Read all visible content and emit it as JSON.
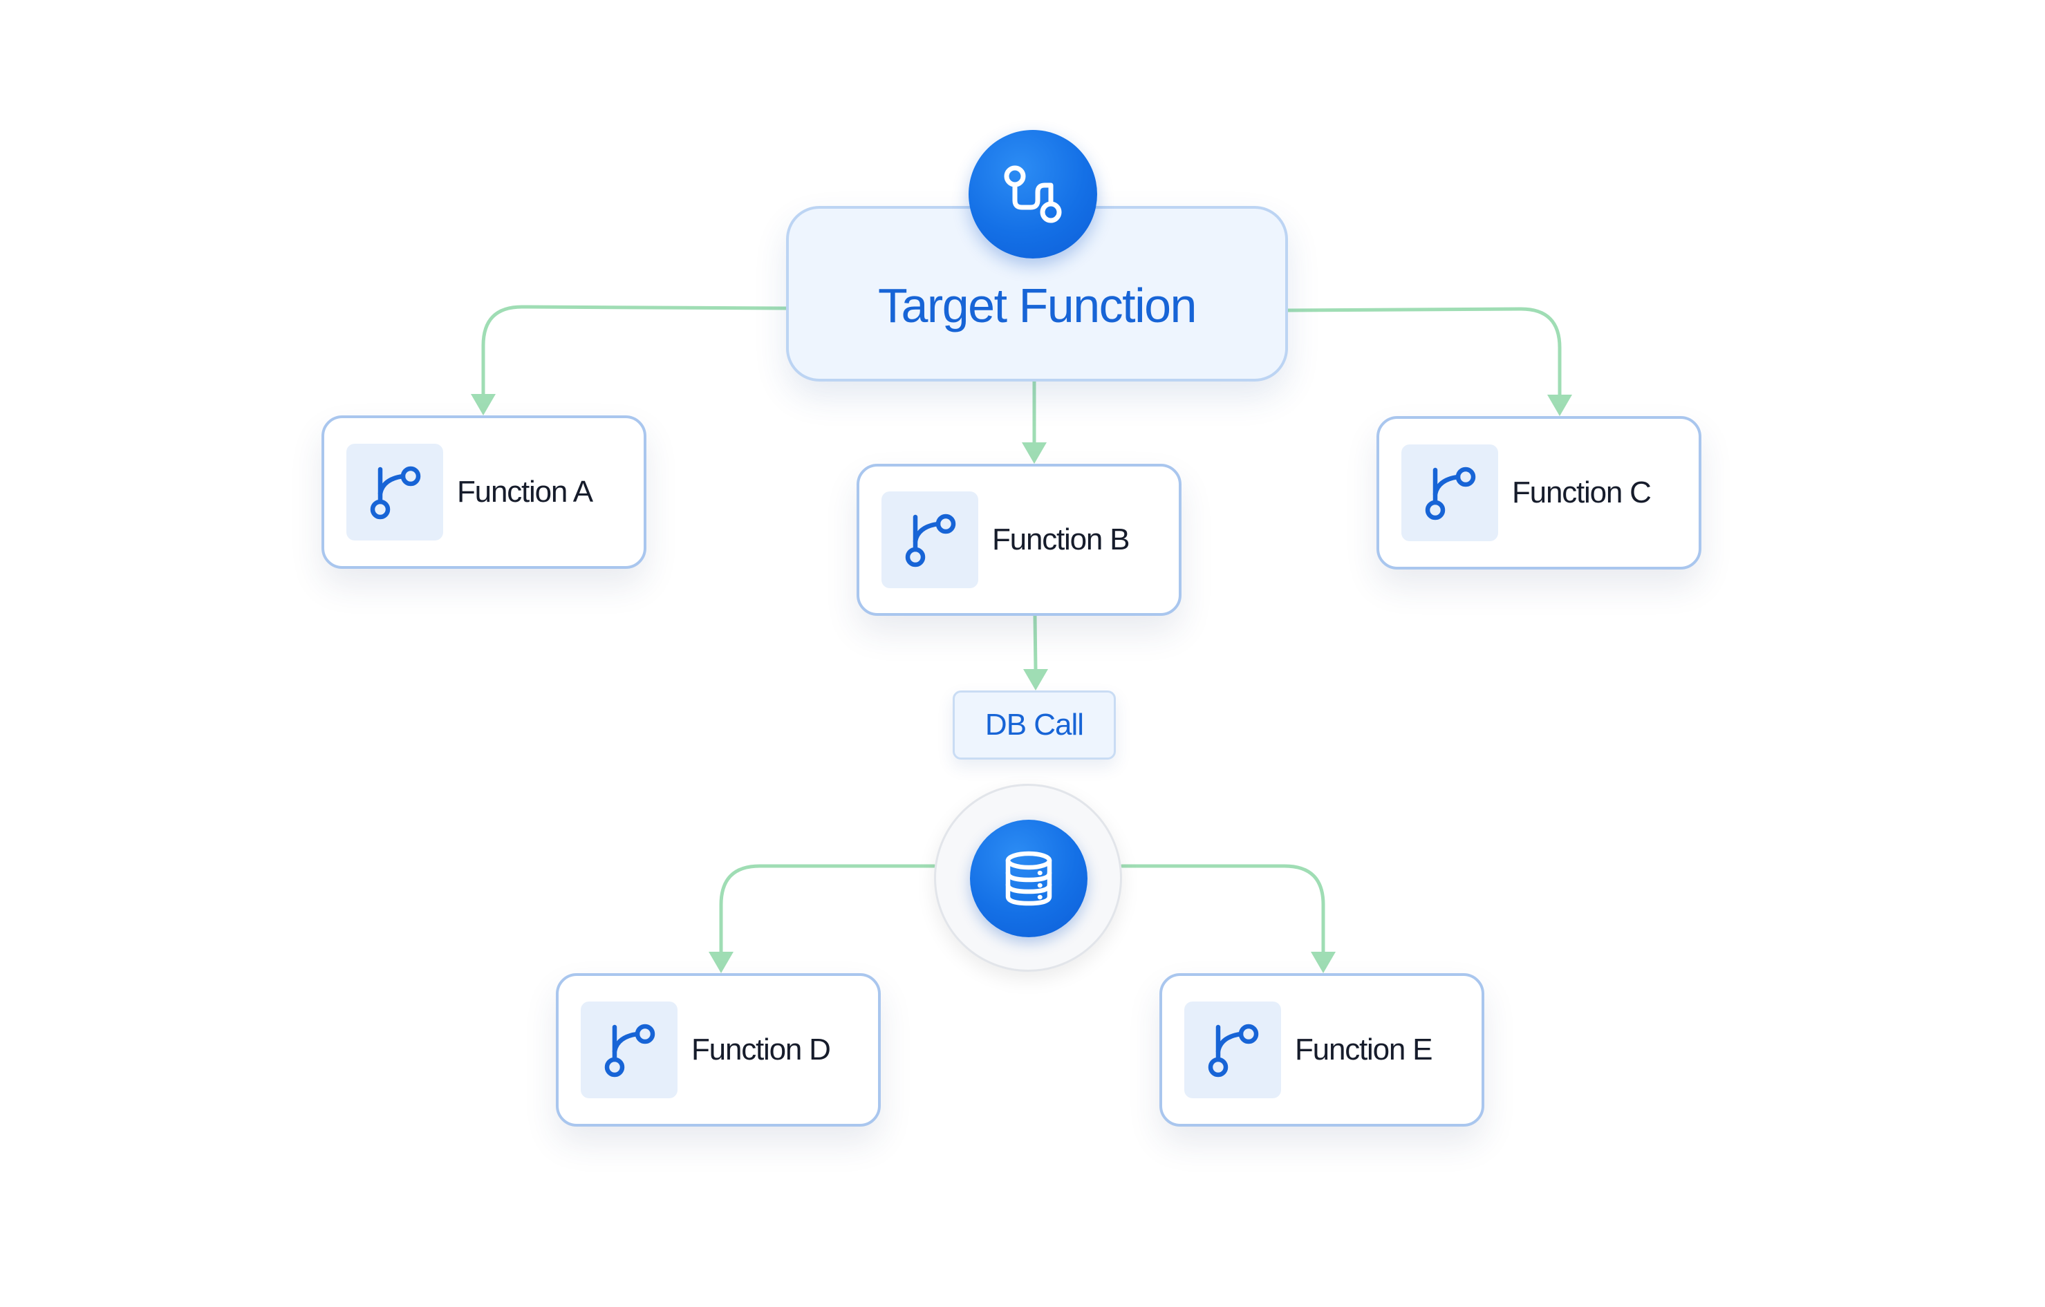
{
  "diagram": {
    "target": {
      "title": "Target Function",
      "icon": "git-compare-icon"
    },
    "functions": [
      {
        "id": "a",
        "label": "Function A",
        "icon": "branch-icon"
      },
      {
        "id": "b",
        "label": "Function B",
        "icon": "branch-icon"
      },
      {
        "id": "c",
        "label": "Function C",
        "icon": "branch-icon"
      },
      {
        "id": "d",
        "label": "Function D",
        "icon": "branch-icon"
      },
      {
        "id": "e",
        "label": "Function E",
        "icon": "branch-icon"
      }
    ],
    "db_call": {
      "label": "DB Call"
    },
    "database": {
      "icon": "database-icon"
    },
    "colors": {
      "accent": "#1764d6",
      "connector": "#9fddb4",
      "node_border": "#a9c6ee",
      "icon_bg": "#e6effb",
      "target_bg": "#eef5fe"
    }
  }
}
